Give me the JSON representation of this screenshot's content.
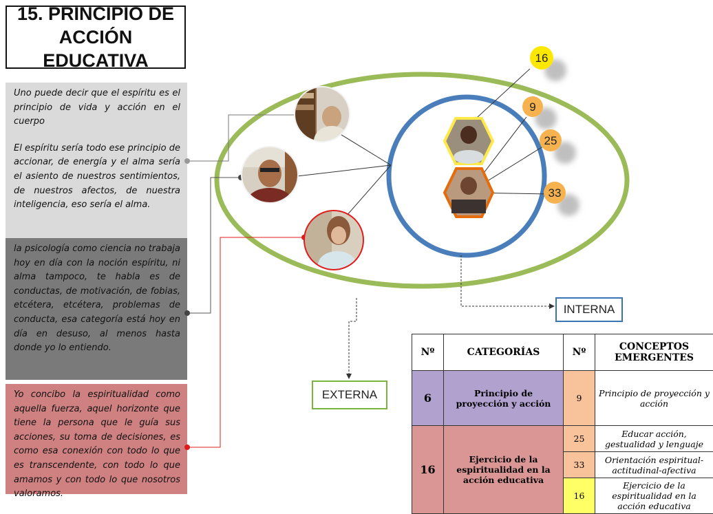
{
  "title": {
    "line1": "15. PRINCIPIO DE",
    "line2": "ACCIÓN EDUCATIVA"
  },
  "quotes": {
    "q1_p1": "Uno puede decir que el espíritu es el principio de vida y acción en el cuerpo",
    "q1_p2": "El espíritu sería todo ese principio de accionar, de energía  y el alma sería el asiento de nuestros sentimientos, de nuestros afectos, de nuestra inteligencia, eso sería el alma.",
    "q2": "la psicología como ciencia no trabaja hoy en día con la noción espíritu, ni alma tampoco, te habla es de conductas, de motivación, de fobias, etcétera, etcétera, problemas de conducta, esa categoría está hoy en día en desuso, al menos hasta donde yo lo entiendo.",
    "q3": "Yo concibo la espiritualidad como aquella fuerza, aquel horizonte que tiene la persona que le guía sus acciones, su toma de decisiones, es como esa conexión con todo lo que es transcendente, con todo lo que amamos y con todo lo que nosotros valoramos."
  },
  "labels": {
    "interna": "INTERNA",
    "externa": "EXTERNA"
  },
  "bubbles": [
    "16",
    "9",
    "25",
    "33"
  ],
  "table": {
    "headers": {
      "n1": "Nº",
      "categorias": "CATEGORÍAS",
      "n2": "Nº",
      "conceptos": "CONCEPTOS EMERGENTES"
    },
    "rows": [
      {
        "num": "6",
        "categoria": "Principio de proyección y acción",
        "code": "9",
        "concepto": "Principio de proyección y acción"
      },
      {
        "num": "16",
        "categoria": "Ejercicio de la espiritualidad en la acción educativa",
        "code": "25",
        "concepto": "Educar acción, gestualidad y lenguaje"
      },
      {
        "code": "33",
        "concepto": "Orientación espiritual-actitudinal-afectiva"
      },
      {
        "code": "16",
        "concepto": "Ejercicio de la espiritualidad en la acción educativa"
      }
    ]
  },
  "colors": {
    "outer_ellipse": "#9bbb59",
    "inner_ellipse": "#4a7ebb",
    "bubble": "#ffd966",
    "red_connector": "#e01b1b"
  }
}
